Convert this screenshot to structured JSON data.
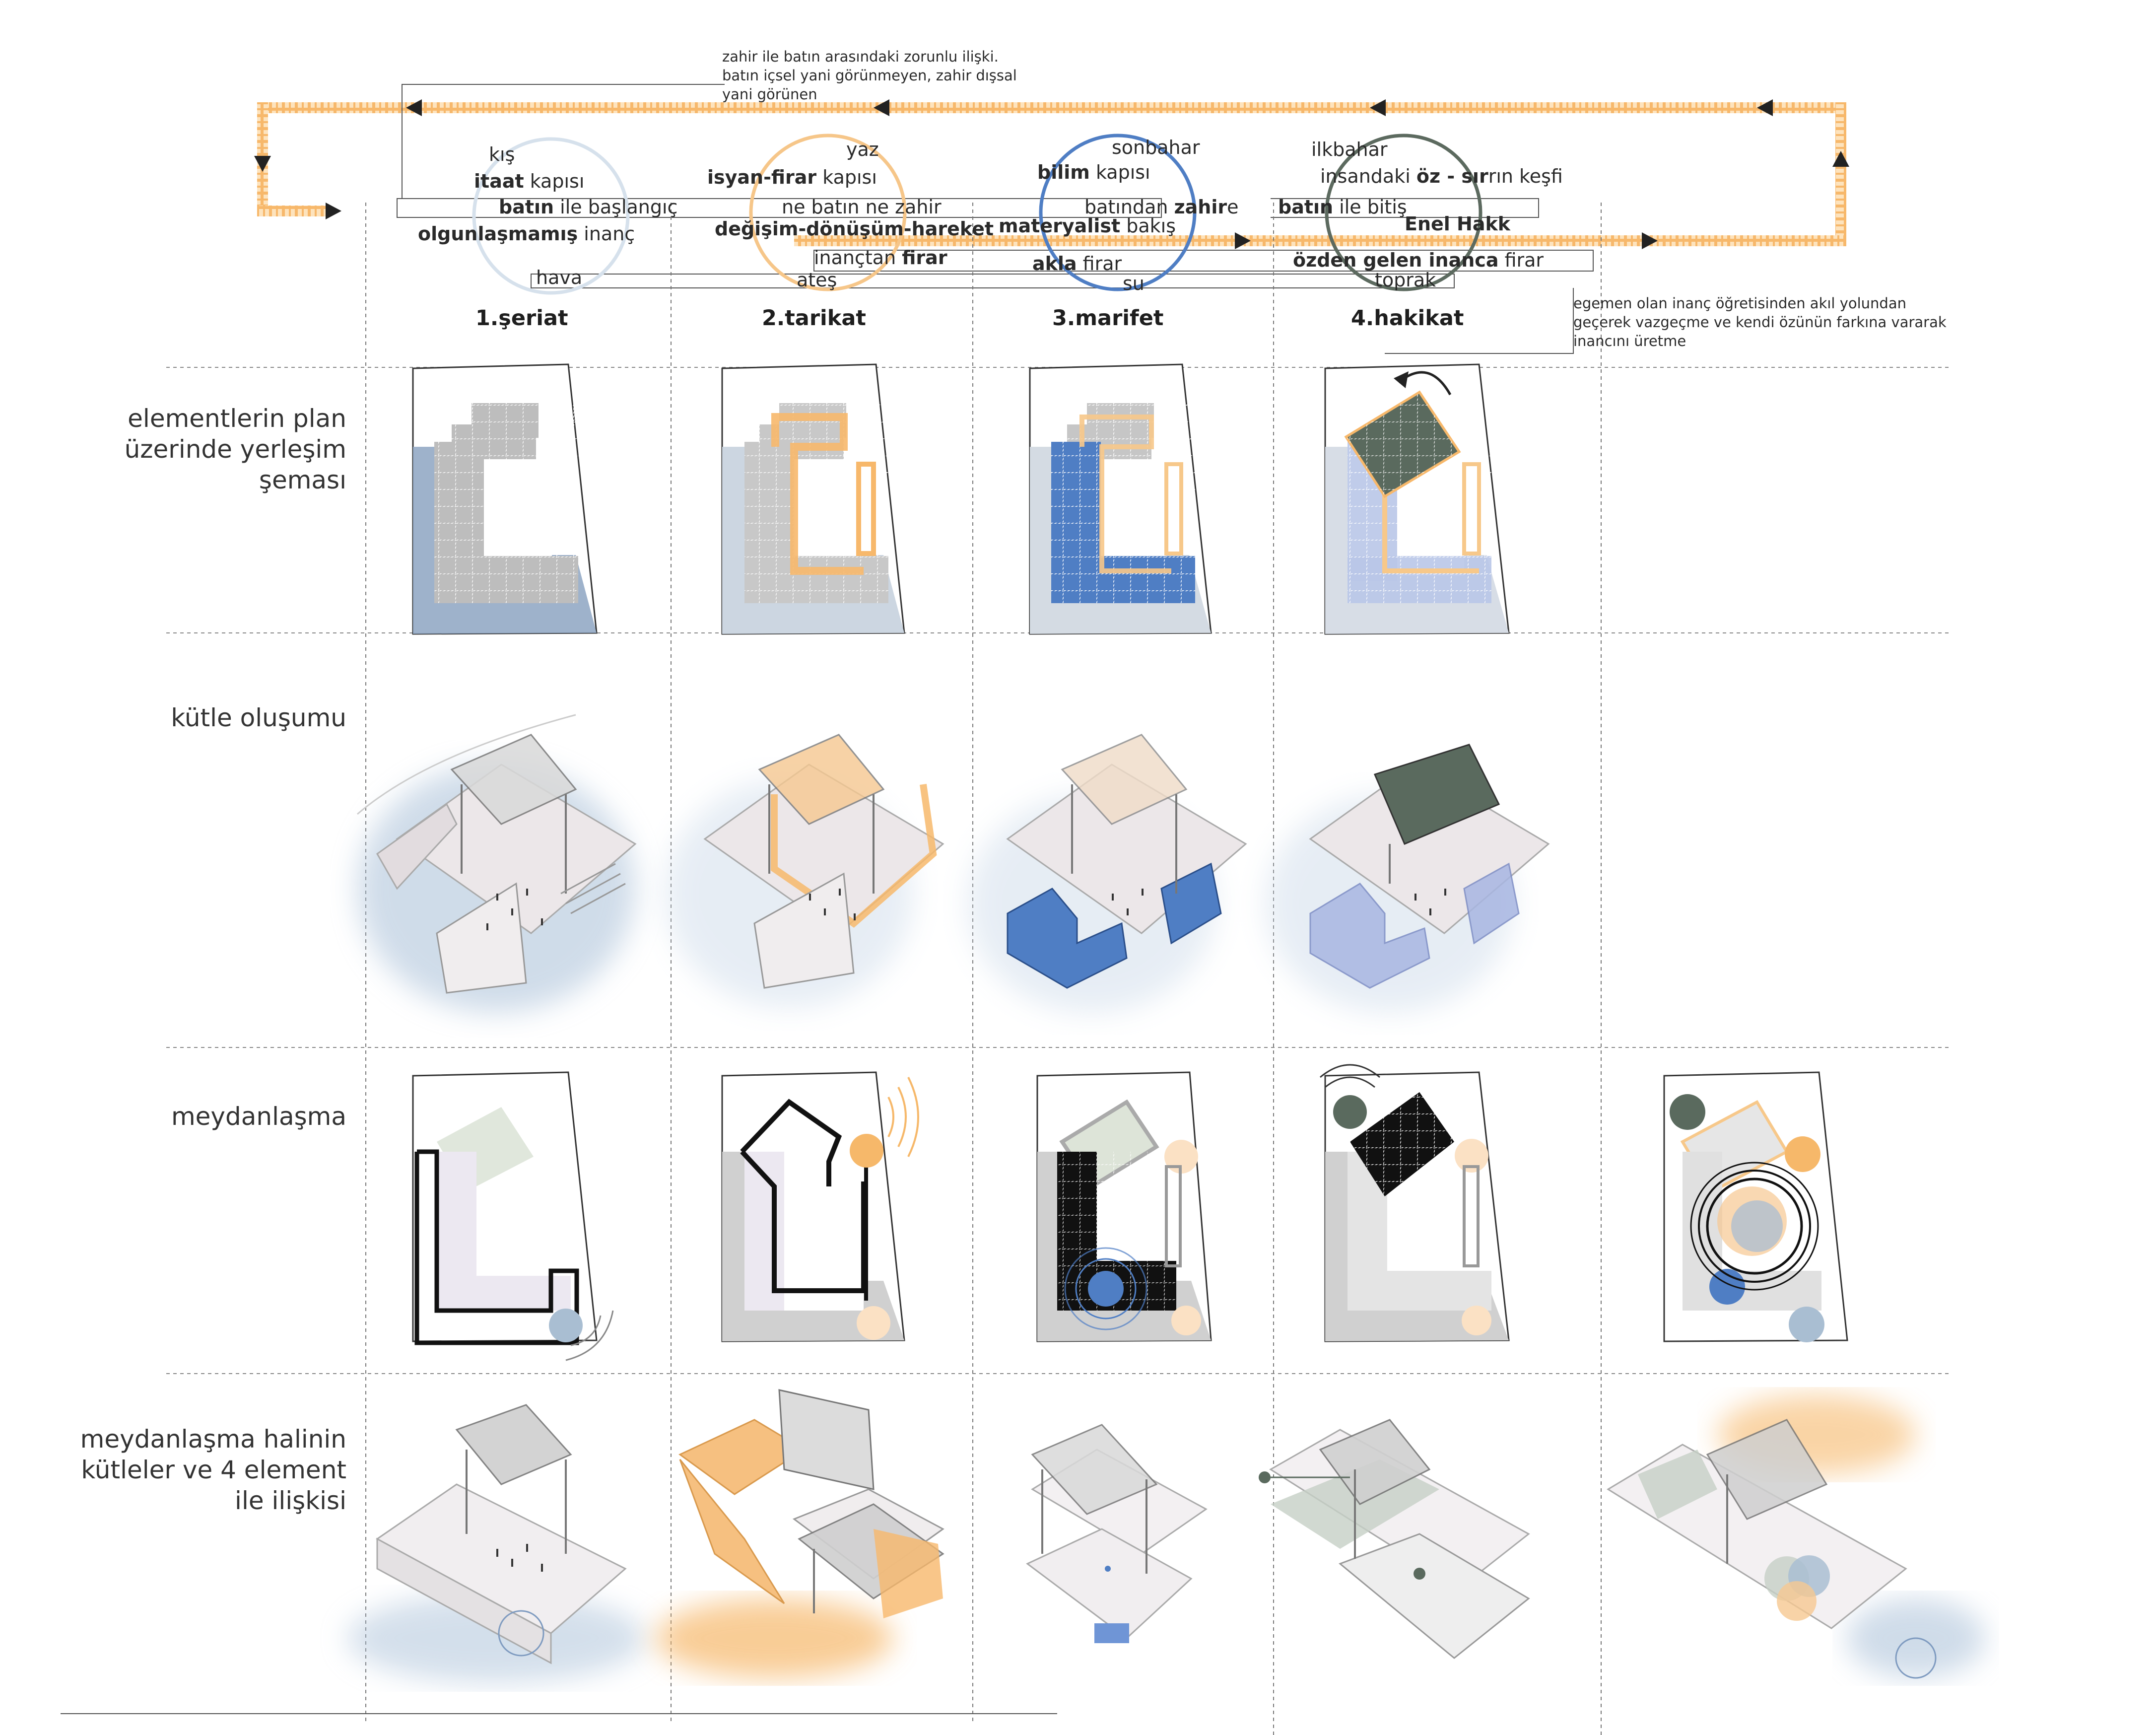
{
  "top_note": {
    "line1": "zahir ile batın arasındaki zorunlu ilişki.",
    "line2": "batın içsel yani görünmeyen, zahir dışsal",
    "line3": "yani görünen"
  },
  "right_note": {
    "line1": "egemen olan inanç öğretisinden akıl yolundan",
    "line2": "geçerek vazgeçme ve kendi özünün farkına vararak",
    "line3": "inancını üretme"
  },
  "stages": [
    {
      "season": "kış",
      "gate_bold": "itaat",
      "gate_rest": " kapısı",
      "batin_bold": "batın",
      "batin_rest": " ile başlangıç",
      "belief_bold": "olgunlaşmamış",
      "belief_rest": " inanç",
      "element": "hava",
      "title": "1.şeriat"
    },
    {
      "season": "yaz",
      "gate_bold": "isyan-firar",
      "gate_rest": " kapısı",
      "batin_text": "ne batın ne zahir",
      "change": "değişim-dönüşüm-hareket",
      "flight_pre": "inançtan ",
      "flight_bold": "firar",
      "element": "ateş",
      "title": "2.tarikat"
    },
    {
      "season": "sonbahar",
      "gate_bold": "bilim",
      "gate_rest": " kapısı",
      "zahir_pre": "batından ",
      "zahir_bold": "zahir",
      "zahir_post": "e",
      "gaze_bold": "materyalist",
      "gaze_rest": " bakış",
      "flight_bold": "akla",
      "flight_rest": " firar",
      "element": "su",
      "title": "3.marifet"
    },
    {
      "season": "ilkbahar",
      "essence_pre": "insandaki ",
      "essence_bold": "öz - sır",
      "essence_post": "rın keşfi",
      "end_bold": "batın",
      "end_rest": " ile bitiş",
      "enel": "Enel Hakk",
      "own_bold": "özden gelen inanca",
      "own_rest": " firar",
      "element": "toprak",
      "title": "4.hakikat"
    }
  ],
  "rows": {
    "plan": [
      "elementlerin plan",
      "üzerinde yerleşim",
      "şeması"
    ],
    "mass": [
      "kütle oluşumu"
    ],
    "square": [
      "meydanlaşma"
    ],
    "relation": [
      "meydanlaşma halinin",
      "kütleler ve 4 element",
      "ile ilişkisi"
    ]
  },
  "colors": {
    "air": "#a9bed2",
    "fire": "#f6b86a",
    "water": "#4f7ec4",
    "earth": "#5a6a5e",
    "mass_grey": "#c8c8c8",
    "line": "#555555"
  }
}
